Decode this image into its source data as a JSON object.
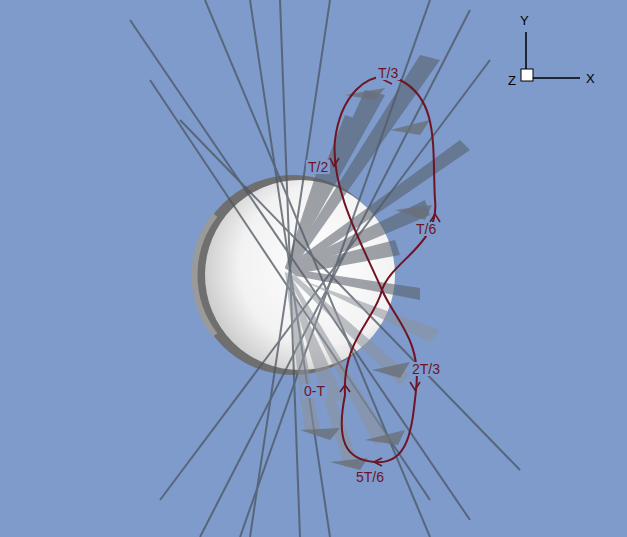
{
  "diagram": {
    "labels": [
      "Y",
      "Z",
      "X",
      "T/3",
      "T/2",
      "T/6",
      "2T/3",
      "0-T",
      "5T/6"
    ]
  }
}
